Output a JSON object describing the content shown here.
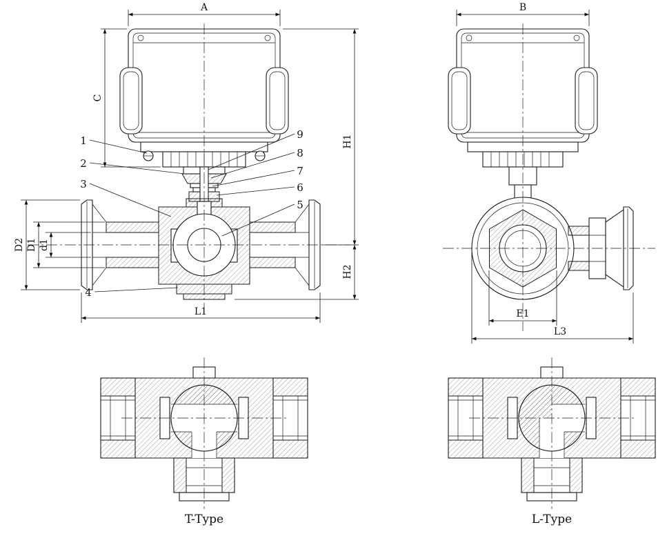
{
  "drawing": {
    "dims": {
      "A": "A",
      "B": "B",
      "C": "C",
      "D2": "D2",
      "D1": "D1",
      "d1": "d1",
      "H1": "H1",
      "H2": "H2",
      "L1": "L1",
      "E1": "E1",
      "L3": "L3"
    },
    "callouts": [
      "1",
      "2",
      "3",
      "4",
      "5",
      "6",
      "7",
      "8",
      "9"
    ],
    "captions": {
      "t_type": "T-Type",
      "l_type": "L-Type"
    }
  }
}
